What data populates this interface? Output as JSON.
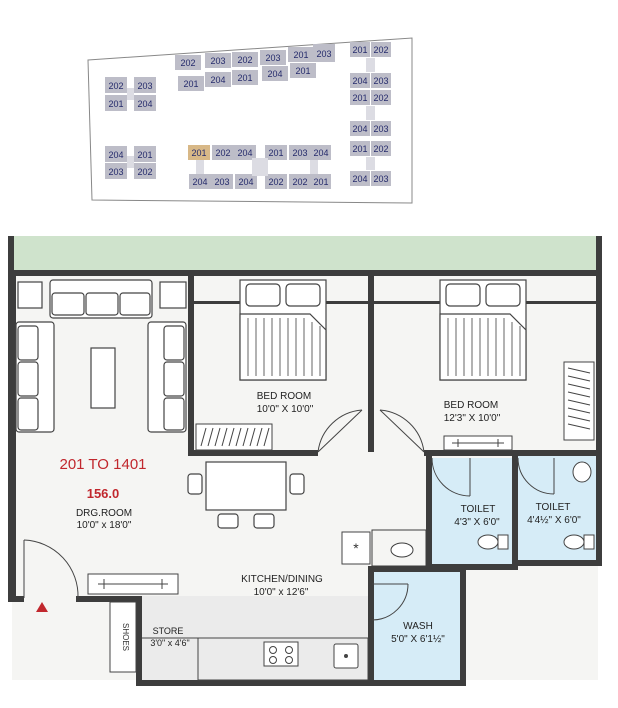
{
  "key_plan": {
    "units": [
      {
        "id": "t1",
        "label": "202"
      },
      {
        "id": "t2",
        "label": "203"
      },
      {
        "id": "t3",
        "label": "202"
      },
      {
        "id": "t4",
        "label": "203"
      },
      {
        "id": "t5",
        "label": "201"
      },
      {
        "id": "t6",
        "label": "203"
      },
      {
        "id": "t7",
        "label": "201"
      },
      {
        "id": "t8",
        "label": "204"
      },
      {
        "id": "t9",
        "label": "201"
      },
      {
        "id": "t10",
        "label": "204"
      },
      {
        "id": "t11",
        "label": "201"
      },
      {
        "id": "l1",
        "label": "202"
      },
      {
        "id": "l2",
        "label": "203"
      },
      {
        "id": "l3",
        "label": "201"
      },
      {
        "id": "l4",
        "label": "204"
      },
      {
        "id": "l5",
        "label": "204"
      },
      {
        "id": "l6",
        "label": "201"
      },
      {
        "id": "l7",
        "label": "203"
      },
      {
        "id": "l8",
        "label": "202"
      },
      {
        "id": "m1",
        "label": "201"
      },
      {
        "id": "m2",
        "label": "202"
      },
      {
        "id": "m3",
        "label": "204"
      },
      {
        "id": "m4",
        "label": "201"
      },
      {
        "id": "m5",
        "label": "203"
      },
      {
        "id": "m6",
        "label": "204"
      },
      {
        "id": "m7",
        "label": "204"
      },
      {
        "id": "m8",
        "label": "203"
      },
      {
        "id": "m9",
        "label": "204"
      },
      {
        "id": "m10",
        "label": "202"
      },
      {
        "id": "m11",
        "label": "202"
      },
      {
        "id": "m12",
        "label": "201"
      },
      {
        "id": "r1",
        "label": "201"
      },
      {
        "id": "r2",
        "label": "202"
      },
      {
        "id": "r3",
        "label": "204"
      },
      {
        "id": "r4",
        "label": "203"
      },
      {
        "id": "r5",
        "label": "201"
      },
      {
        "id": "r6",
        "label": "202"
      },
      {
        "id": "r7",
        "label": "204"
      },
      {
        "id": "r8",
        "label": "203"
      },
      {
        "id": "r9",
        "label": "201"
      },
      {
        "id": "r10",
        "label": "202"
      },
      {
        "id": "r11",
        "label": "204"
      },
      {
        "id": "r12",
        "label": "203"
      }
    ]
  },
  "plan": {
    "unit_range": "201 TO 1401",
    "area": "156.0",
    "rooms": {
      "drawing": {
        "name": "DRG.ROOM",
        "size": "10'0\" x 18'0\""
      },
      "bed1": {
        "name": "BED ROOM",
        "size": "10'0\" X 10'0\""
      },
      "bed2": {
        "name": "BED ROOM",
        "size": "12'3\" X 10'0\""
      },
      "toilet1": {
        "name": "TOILET",
        "size": "4'3\" X 6'0\""
      },
      "toilet2": {
        "name": "TOILET",
        "size": "4'4½\" X 6'0\""
      },
      "kitchen": {
        "name": "KITCHEN/DINING",
        "size": "10'0\" x 12'6\""
      },
      "store": {
        "name": "STORE",
        "size": "3'0\" x 4'6\""
      },
      "wash": {
        "name": "WASH",
        "size": "5'0\" X 6'1½\""
      },
      "shoes": {
        "name": "SHOES"
      }
    },
    "fridge_symbol": "*"
  },
  "colors": {
    "wall": "#3d3d3d",
    "balcony": "#cfe3cc",
    "wet_area": "#d6ecf7",
    "floor": "#f5f5f3",
    "store_floor": "#ebebeb",
    "unit_label": "#c1272d",
    "key_unit": "#bdbdc8",
    "key_text": "#242a6b",
    "key_highlight": "#d8b887"
  }
}
